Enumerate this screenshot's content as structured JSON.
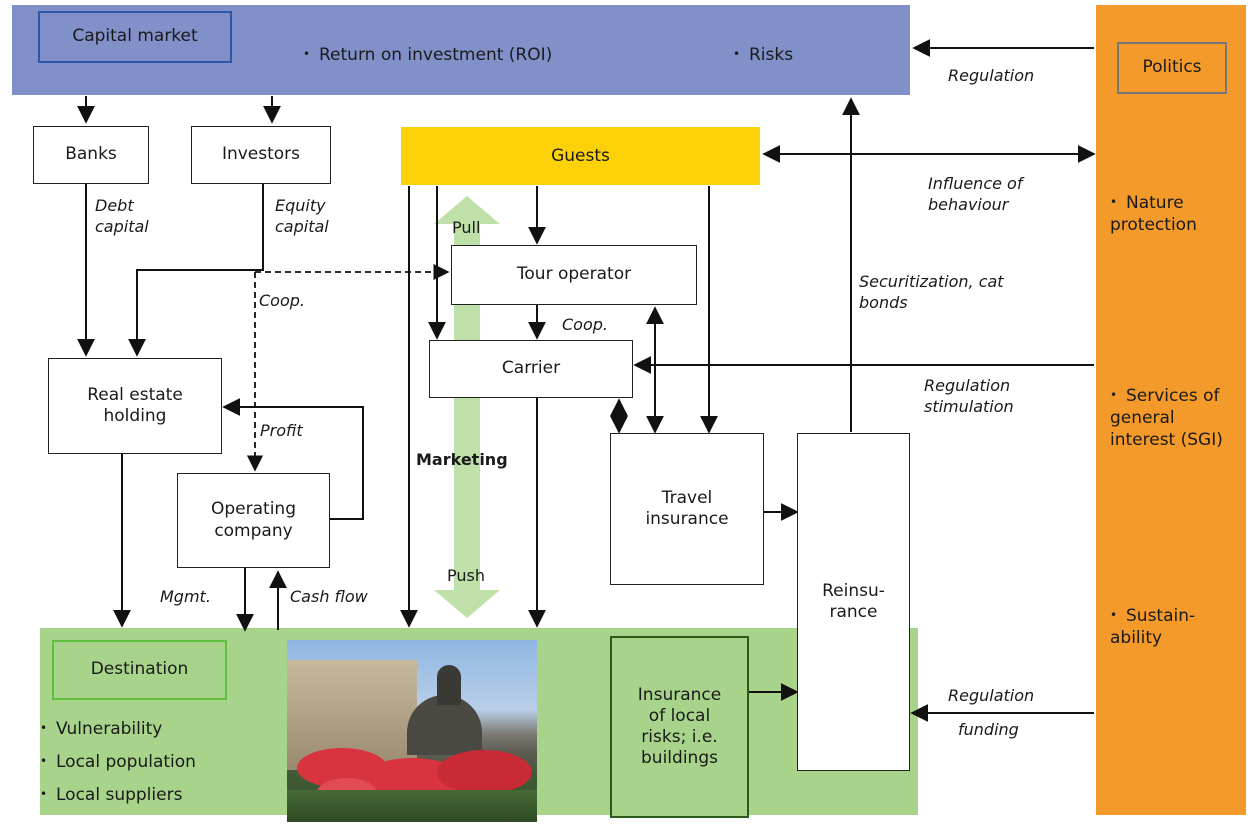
{
  "capital_market": {
    "title": "Capital market",
    "bullets": [
      "Return on investment (ROI)",
      "Risks"
    ]
  },
  "politics": {
    "title": "Politics",
    "bullets": [
      "Nature protection",
      "Services of general interest (SGI)",
      "Sustain-ability"
    ]
  },
  "boxes": {
    "banks": "Banks",
    "investors": "Investors",
    "guests": "Guests",
    "tour_operator": "Tour operator",
    "carrier": "Carrier",
    "real_estate": "Real estate holding",
    "operating_company": "Operating company",
    "travel_insurance": "Travel insurance",
    "reinsurance": "Reinsu-rance",
    "local_insurance": "Insurance of local risks; i.e. buildings"
  },
  "destination": {
    "title": "Destination",
    "bullets": [
      "Vulnerability",
      "Local population",
      "Local suppliers"
    ]
  },
  "labels": {
    "regulation_top": "Regulation",
    "influence": "Influence of behaviour",
    "debt": "Debt capital",
    "equity": "Equity capital",
    "pull": "Pull",
    "push": "Push",
    "marketing": "Marketing",
    "coop_left": "Coop.",
    "coop_mid": "Coop.",
    "securitization": "Securitization, cat bonds",
    "regulation_stimulation": "Regulation stimulation",
    "profit": "Profit",
    "mgmt": "Mgmt.",
    "cash_flow": "Cash flow",
    "regulation_funding_1": "Regulation",
    "regulation_funding_2": "funding"
  },
  "colors": {
    "capital_band": "#8190c8",
    "politics_band": "#f39a2b",
    "destination_band": "#a8d38b",
    "guests": "#fcd108",
    "marketing_arrow": "#bfe0a8"
  }
}
